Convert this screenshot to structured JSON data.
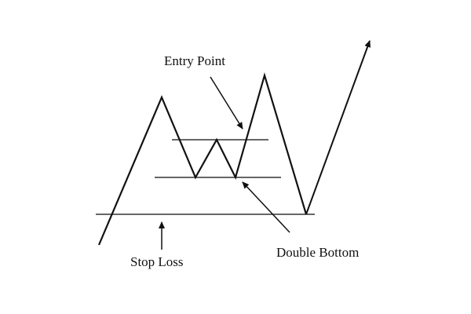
{
  "labels": {
    "entry_point": "Entry Point",
    "double_bottom": "Double Bottom",
    "stop_loss": "Stop Loss"
  },
  "colors": {
    "line": "#111111",
    "level_line": "#333333",
    "background": "#ffffff"
  }
}
